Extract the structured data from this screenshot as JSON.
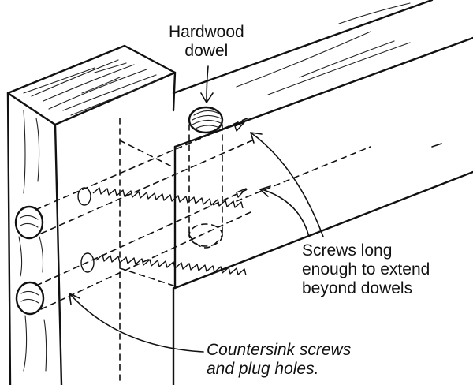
{
  "labels": {
    "hardwood_dowel": "Hardwood\ndowel",
    "screws": "Screws long\nenough to extend\nbeyond dowels",
    "countersink": "Countersink screws\nand plug holes."
  },
  "colors": {
    "ink": "#111111",
    "background": "#ffffff"
  }
}
